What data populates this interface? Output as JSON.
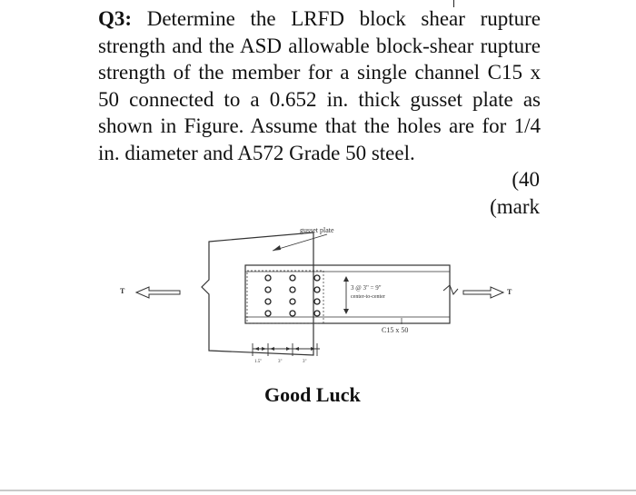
{
  "question": {
    "label": "Q3:",
    "text": " Determine the LRFD block shear rupture strength and the ASD allowable block-shear rupture strength of the member for a single channel C15 x 50 connected to a 0.652 in. thick gusset plate as shown in Figure. Assume that the holes are for 1/4 in. diameter and A572 Grade 50 steel.",
    "marks_line1": "(40",
    "marks_line2": "(mark"
  },
  "figure": {
    "gusset_label": "gusset plate",
    "spacing_label": "3 @ 3\" = 9\"",
    "spacing_sublabel": "center-to-center",
    "channel_label": "C15 x 50",
    "force_left": "T",
    "force_right": "T",
    "dim_1": "1.5\"",
    "dim_2": "3\"",
    "dim_3": "3\""
  },
  "footer": {
    "good_luck": "Good Luck"
  }
}
